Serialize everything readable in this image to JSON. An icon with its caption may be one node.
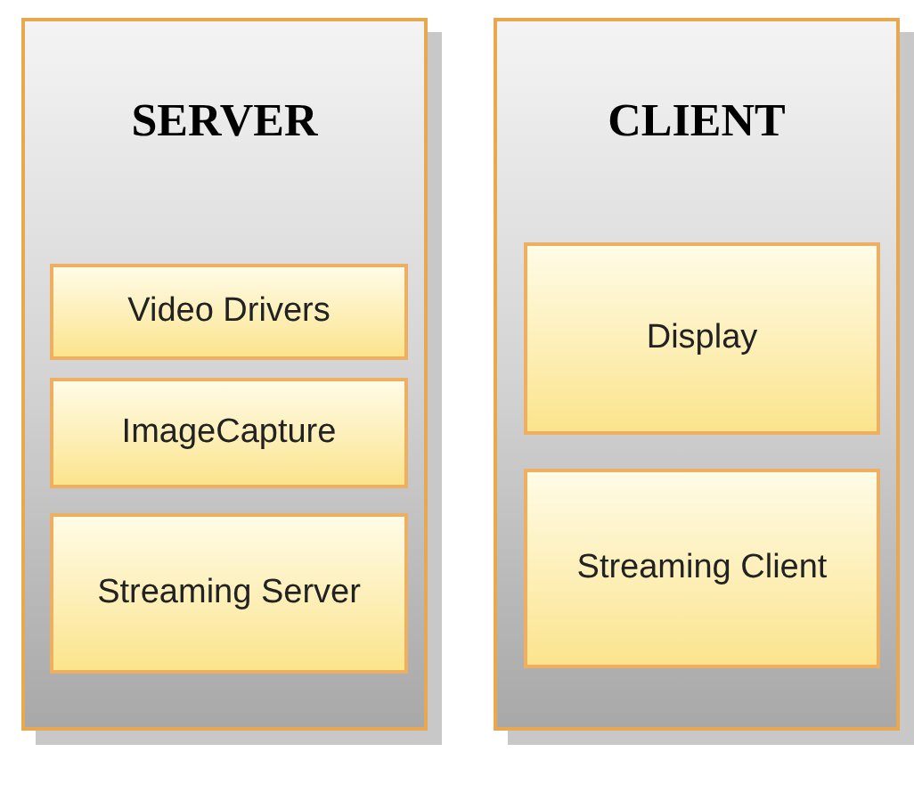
{
  "diagram": {
    "nodes": [
      {
        "text": [
          "SERVER"
        ]
      },
      {
        "text": [
          "Video Drivers"
        ],
        "in": 0
      },
      {
        "text": [
          "ImageCapture"
        ],
        "in": 0
      },
      {
        "text": [
          "Streaming Server"
        ],
        "in": 0
      },
      {
        "text": [
          "CLIENT"
        ]
      },
      {
        "text": [
          "Display"
        ],
        "in": 4
      },
      {
        "text": [
          "Streaming Client"
        ],
        "in": 4
      }
    ]
  }
}
